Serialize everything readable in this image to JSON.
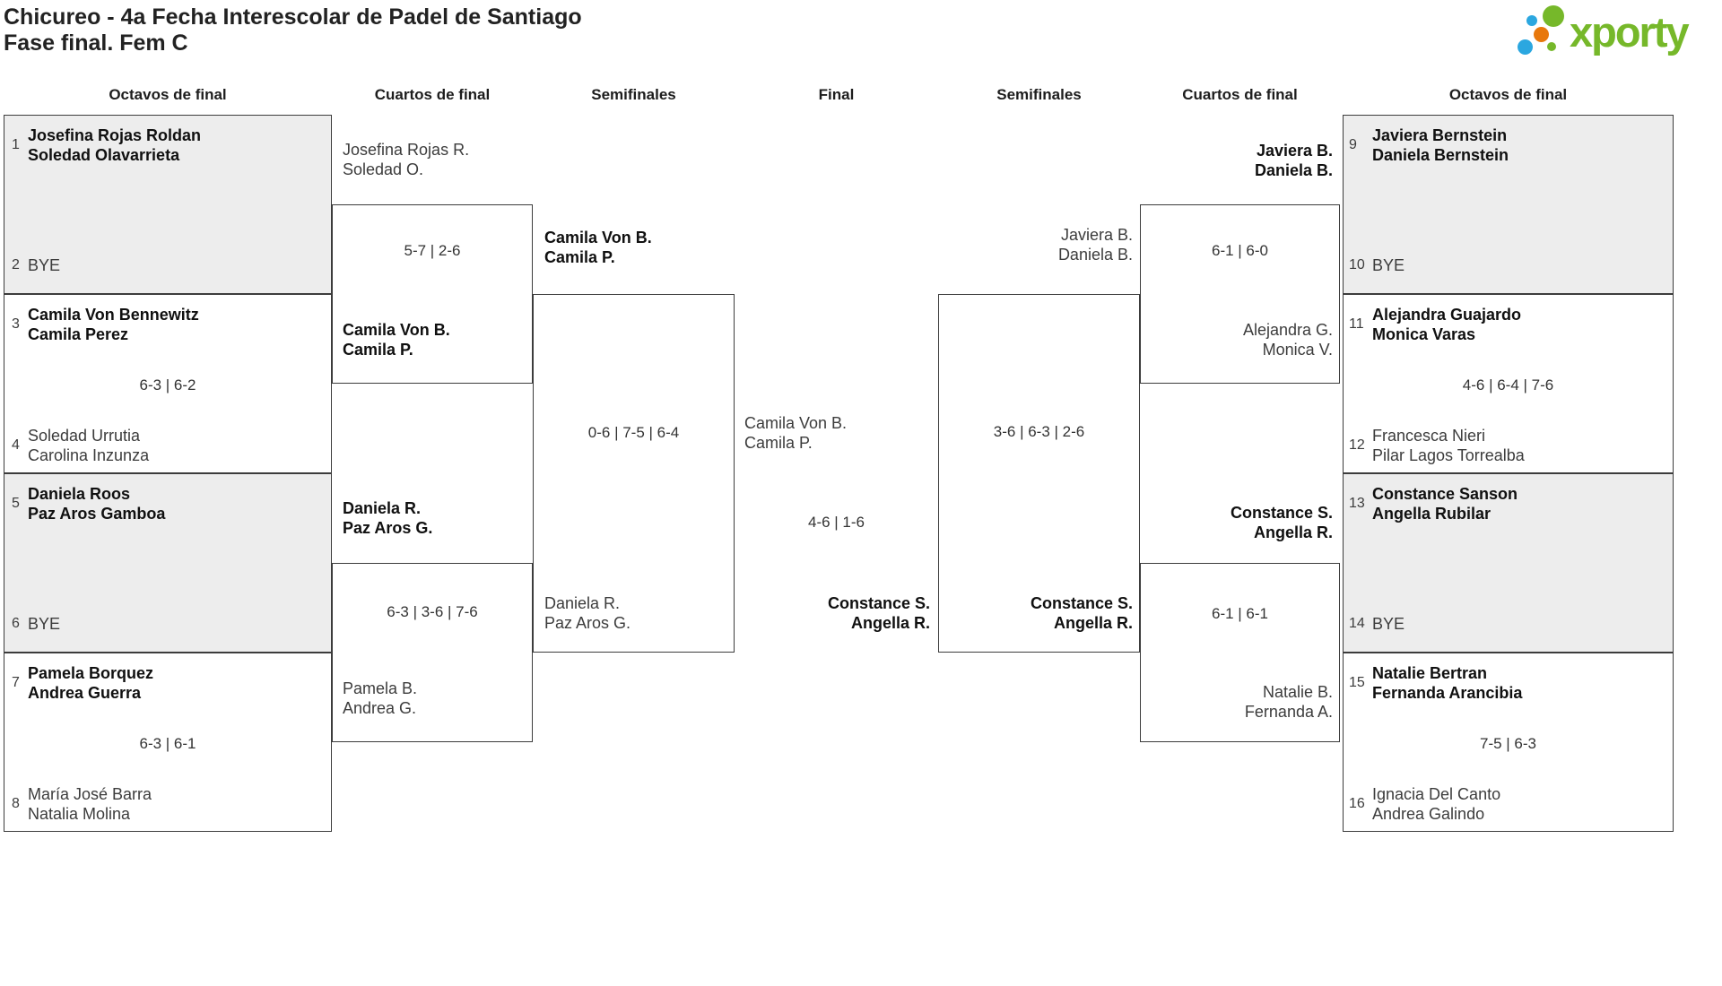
{
  "header": {
    "title": "Chicureo - 4a Fecha Interescolar de Padel de Santiago",
    "subtitle": "Fase final. Fem C",
    "logo_brand": "xporty"
  },
  "colors": {
    "brand_green": "#76b82a",
    "brand_blue": "#2ba7e0",
    "brand_orange": "#e8780c",
    "shaded_box": "#ededed"
  },
  "rounds": [
    "Octavos de final",
    "Cuartos de final",
    "Semifinales",
    "Final",
    "Semifinales",
    "Cuartos de final",
    "Octavos de final"
  ],
  "octavos_left": [
    {
      "top": {
        "seed": "1",
        "p1": "Josefina Rojas Roldan",
        "p2": "Soledad Olavarrieta",
        "winner": true
      },
      "score": "",
      "bottom": {
        "seed": "2",
        "p1": "BYE",
        "p2": "",
        "winner": false
      }
    },
    {
      "top": {
        "seed": "3",
        "p1": "Camila Von Bennewitz",
        "p2": "Camila Perez",
        "winner": true
      },
      "score": "6-3 | 6-2",
      "bottom": {
        "seed": "4",
        "p1": "Soledad Urrutia",
        "p2": "Carolina Inzunza",
        "winner": false
      }
    },
    {
      "top": {
        "seed": "5",
        "p1": "Daniela Roos",
        "p2": "Paz Aros Gamboa",
        "winner": true
      },
      "score": "",
      "bottom": {
        "seed": "6",
        "p1": "BYE",
        "p2": "",
        "winner": false
      }
    },
    {
      "top": {
        "seed": "7",
        "p1": "Pamela Borquez",
        "p2": "Andrea Guerra",
        "winner": true
      },
      "score": "6-3 | 6-1",
      "bottom": {
        "seed": "8",
        "p1": "María José Barra",
        "p2": "Natalia Molina",
        "winner": false
      }
    }
  ],
  "octavos_right": [
    {
      "top": {
        "seed": "9",
        "p1": "Javiera Bernstein",
        "p2": "Daniela Bernstein",
        "winner": true
      },
      "score": "",
      "bottom": {
        "seed": "10",
        "p1": "BYE",
        "p2": "",
        "winner": false
      }
    },
    {
      "top": {
        "seed": "11",
        "p1": "Alejandra Guajardo",
        "p2": "Monica Varas",
        "winner": true
      },
      "score": "4-6 | 6-4 | 7-6",
      "bottom": {
        "seed": "12",
        "p1": "Francesca Nieri",
        "p2": "Pilar Lagos Torrealba",
        "winner": false
      }
    },
    {
      "top": {
        "seed": "13",
        "p1": "Constance Sanson",
        "p2": "Angella Rubilar",
        "winner": true
      },
      "score": "",
      "bottom": {
        "seed": "14",
        "p1": "BYE",
        "p2": "",
        "winner": false
      }
    },
    {
      "top": {
        "seed": "15",
        "p1": "Natalie Bertran",
        "p2": "Fernanda Arancibia",
        "winner": true
      },
      "score": "7-5 | 6-3",
      "bottom": {
        "seed": "16",
        "p1": "Ignacia Del Canto",
        "p2": "Andrea Galindo",
        "winner": false
      }
    }
  ],
  "cuartos_left": [
    {
      "top": {
        "p1": "Josefina Rojas R.",
        "p2": "Soledad O.",
        "winner": false
      },
      "score": "5-7 | 2-6",
      "bottom": {
        "p1": "Camila Von B.",
        "p2": "Camila P.",
        "winner": true
      }
    },
    {
      "top": {
        "p1": "Daniela R.",
        "p2": "Paz Aros G.",
        "winner": true
      },
      "score": "6-3 | 3-6 | 7-6",
      "bottom": {
        "p1": "Pamela B.",
        "p2": "Andrea G.",
        "winner": false
      }
    }
  ],
  "cuartos_right": [
    {
      "top": {
        "p1": "Javiera B.",
        "p2": "Daniela B.",
        "winner": true
      },
      "score": "6-1 | 6-0",
      "bottom": {
        "p1": "Alejandra G.",
        "p2": "Monica V.",
        "winner": false
      }
    },
    {
      "top": {
        "p1": "Constance S.",
        "p2": "Angella R.",
        "winner": true
      },
      "score": "6-1 | 6-1",
      "bottom": {
        "p1": "Natalie B.",
        "p2": "Fernanda A.",
        "winner": false
      }
    }
  ],
  "semifinal_left": {
    "top": {
      "p1": "Camila Von B.",
      "p2": "Camila P.",
      "winner": true
    },
    "score": "0-6 | 7-5 | 6-4",
    "bottom": {
      "p1": "Daniela R.",
      "p2": "Paz Aros G.",
      "winner": false
    }
  },
  "semifinal_right": {
    "top": {
      "p1": "Javiera B.",
      "p2": "Daniela B.",
      "winner": false
    },
    "score": "3-6 | 6-3 | 2-6",
    "bottom": {
      "p1": "Constance S.",
      "p2": "Angella R.",
      "winner": true
    }
  },
  "final": {
    "left": {
      "p1": "Camila Von B.",
      "p2": "Camila P.",
      "winner": false
    },
    "score": "4-6 | 1-6",
    "winner": {
      "p1": "Constance S.",
      "p2": "Angella R.",
      "winner": true
    }
  }
}
